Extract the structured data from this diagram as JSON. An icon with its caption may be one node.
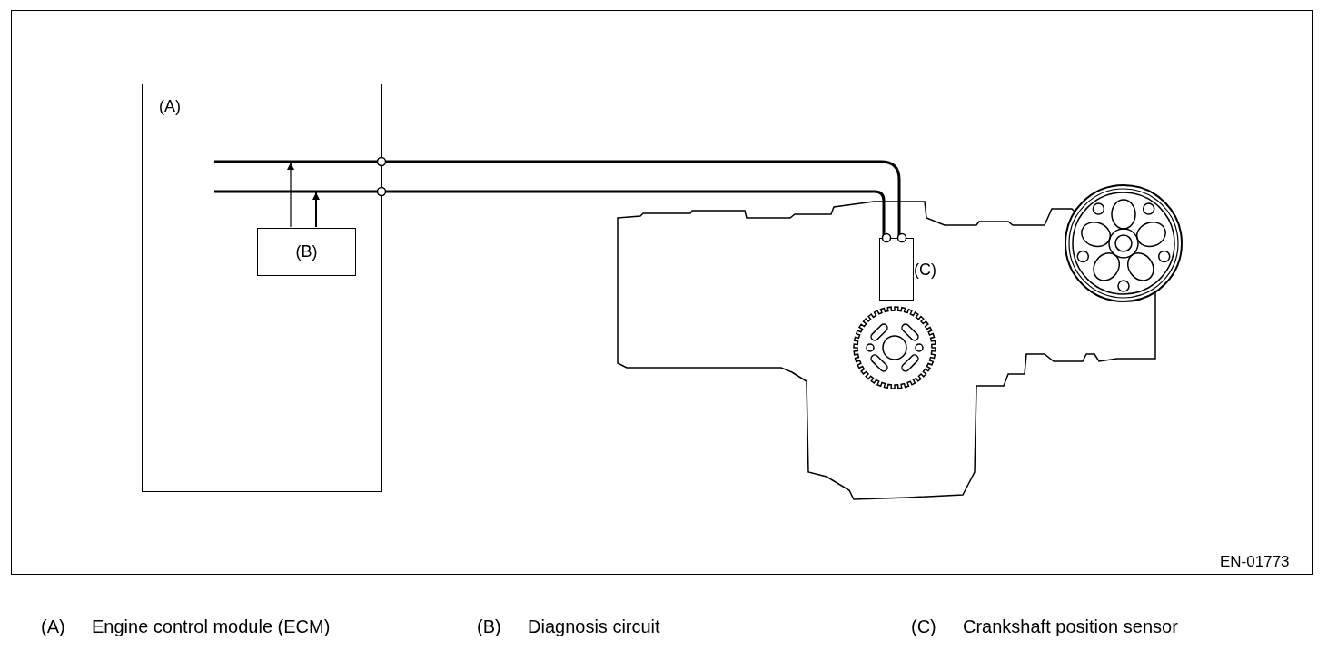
{
  "diagram": {
    "nodes": [
      {
        "text": [
          "(A)"
        ]
      },
      {
        "text": [
          "(B)"
        ],
        "in": 0
      },
      {
        "text": [],
        "shape": "box",
        "beside": [
          "(C)"
        ]
      }
    ],
    "edges": [
      {
        "from": null,
        "to": 2,
        "arrow": "other"
      },
      {
        "from": null,
        "to": 2,
        "arrow": "other"
      },
      {
        "from": 1,
        "to": null,
        "arrow": "to"
      },
      {
        "from": 1,
        "to": null,
        "arrow": "to"
      }
    ],
    "labels": [
      "EN-01773",
      "(A)",
      "Engine control module (ECM)",
      "(B)",
      "Diagnosis circuit",
      "(C)",
      "Crankshaft position sensor"
    ]
  }
}
